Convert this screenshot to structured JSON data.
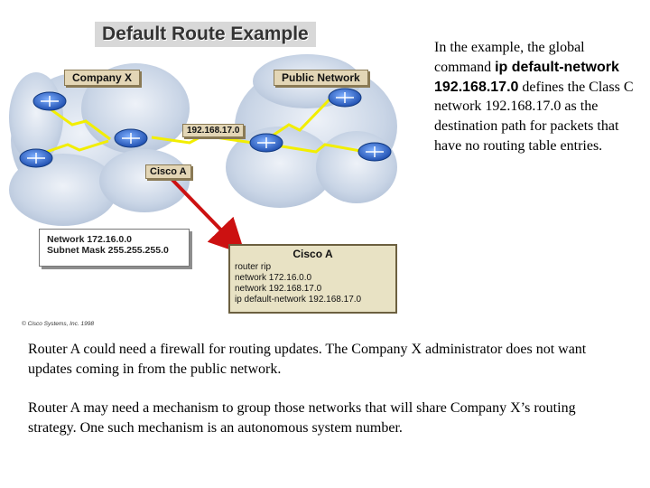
{
  "diagram": {
    "title": "Default Route Example",
    "company_x": "Company X",
    "public_network": "Public Network",
    "network_192": "192.168.17.0",
    "cisco_a": "Cisco A",
    "network_box": {
      "line1": "Network 172.16.0.0",
      "line2": "Subnet Mask 255.255.255.0"
    },
    "config_box": {
      "title": "Cisco A",
      "lines": [
        "router rip",
        "network 172.16.0.0",
        "network 192.168.17.0",
        "ip default-network 192.168.17.0"
      ]
    },
    "copyright": "© Cisco Systems, Inc. 1998",
    "colors": {
      "arrow": "#cc1111",
      "cloud": "#c9d5e6",
      "router": "#2f6bd6",
      "label_bg": "#e3d6b6"
    }
  },
  "right_text": {
    "part1": "In the example, the global command ",
    "cmd": "ip default-network 192.168.17.0",
    "part2": " defines the Class C network 192.168.17.0 as the destination path for packets that have no routing table entries."
  },
  "paragraphs": [
    "Router A could need a firewall for routing updates. The Company X administrator does not want updates coming in from the public network.",
    "Router A may need a mechanism to group those networks that will share Company X’s routing strategy. One such mechanism is an autonomous system number."
  ]
}
